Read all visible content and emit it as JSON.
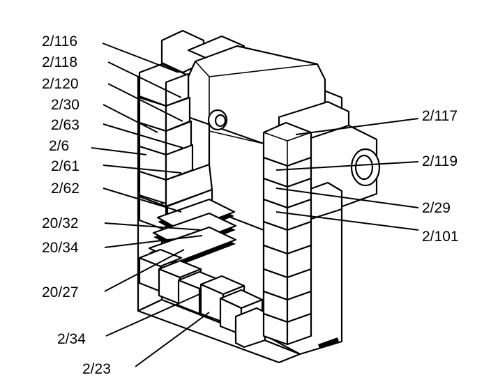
{
  "callouts_left": [
    {
      "id": "c-2-116",
      "text": "2/116"
    },
    {
      "id": "c-2-118",
      "text": "2/118"
    },
    {
      "id": "c-2-120",
      "text": "2/120"
    },
    {
      "id": "c-2-30",
      "text": "2/30"
    },
    {
      "id": "c-2-63",
      "text": "2/63"
    },
    {
      "id": "c-2-6",
      "text": "2/6"
    },
    {
      "id": "c-2-61",
      "text": "2/61"
    },
    {
      "id": "c-2-62",
      "text": "2/62"
    },
    {
      "id": "c-20-32",
      "text": "20/32"
    },
    {
      "id": "c-20-34",
      "text": "20/34"
    },
    {
      "id": "c-20-27",
      "text": "20/27"
    },
    {
      "id": "c-2-34",
      "text": "2/34"
    },
    {
      "id": "c-2-23",
      "text": "2/23"
    }
  ],
  "callouts_right": [
    {
      "id": "c-2-117",
      "text": "2/117"
    },
    {
      "id": "c-2-119",
      "text": "2/119"
    },
    {
      "id": "c-2-29",
      "text": "2/29"
    },
    {
      "id": "c-2-101",
      "text": "2/101"
    }
  ]
}
